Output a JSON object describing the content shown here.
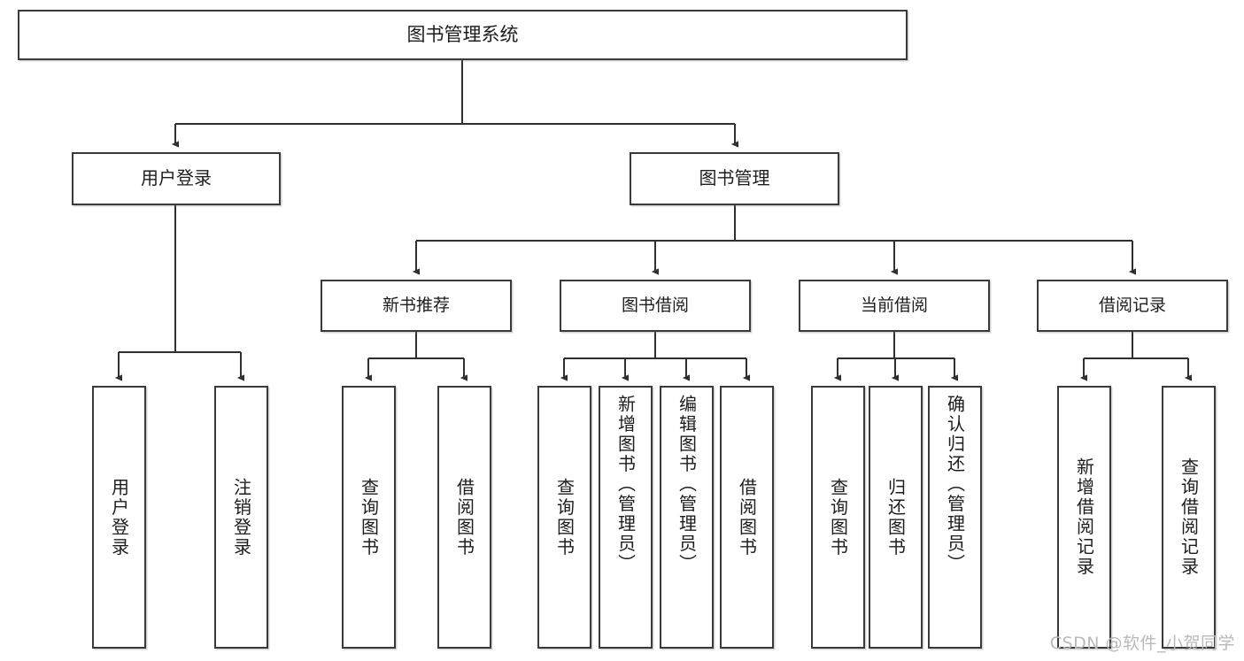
{
  "diagram": {
    "title": "图书管理系统",
    "type": "function-structure-tree",
    "watermark": "CSDN @软件_小贺同学",
    "colors": {
      "box_border": "#3a3a3a",
      "box_fill": "#ffffff",
      "connector": "#2f2f2f",
      "text": "#1d1d1d",
      "watermark": "#b9b9b9"
    },
    "root": {
      "label": "图书管理系统"
    },
    "level1": [
      {
        "label": "用户登录"
      },
      {
        "label": "图书管理"
      }
    ],
    "level2": [
      {
        "label": "新书推荐"
      },
      {
        "label": "图书借阅"
      },
      {
        "label": "当前借阅"
      },
      {
        "label": "借阅记录"
      }
    ],
    "leaves": {
      "user_login": [
        {
          "label": "用户登录"
        },
        {
          "label": "注销登录"
        }
      ],
      "new_book_recommend": [
        {
          "label": "查询图书"
        },
        {
          "label": "借阅图书"
        }
      ],
      "book_borrow": [
        {
          "label": "查询图书"
        },
        {
          "label": "新增图书（管理员）"
        },
        {
          "label": "编辑图书（管理员）"
        },
        {
          "label": "借阅图书"
        }
      ],
      "current_borrow": [
        {
          "label": "查询图书"
        },
        {
          "label": "归还图书"
        },
        {
          "label": "确认归还（管理员）"
        }
      ],
      "borrow_record": [
        {
          "label": "新增借阅记录"
        },
        {
          "label": "查询借阅记录"
        }
      ]
    }
  }
}
